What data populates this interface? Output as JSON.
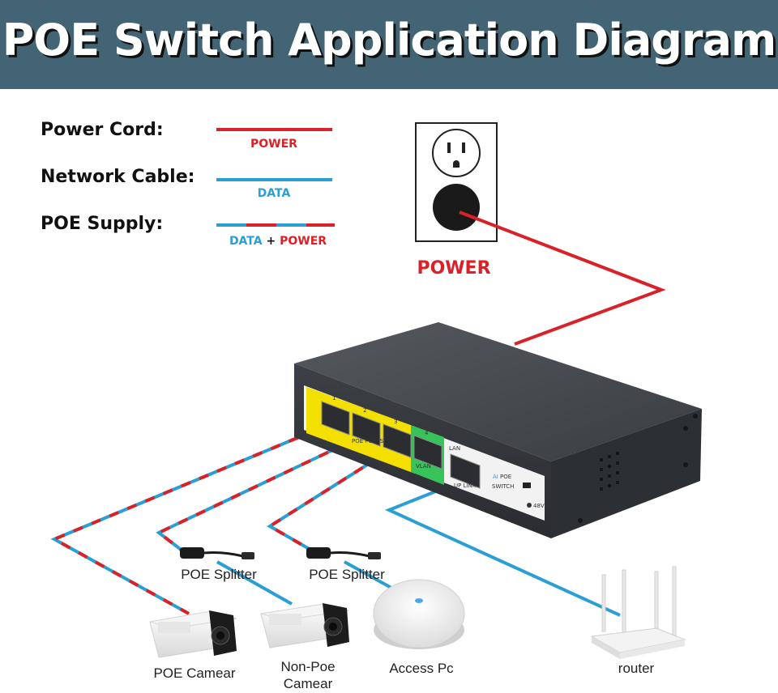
{
  "title": "POE Switch Application Diagram",
  "legend": {
    "power_cord": {
      "label": "Power Cord:",
      "caption": "POWER"
    },
    "network_cable": {
      "label": "Network Cable:",
      "caption": "DATA"
    },
    "poe_supply": {
      "label": "POE Supply:",
      "caption_data": "DATA",
      "caption_plus": "+",
      "caption_power": "POWER"
    }
  },
  "outlet_label": "POWER",
  "switch": {
    "lan_label": "LAN",
    "uplink_label": "UP LINK",
    "poe_label": "POE",
    "ai_label": "AI",
    "switch_label": "SWITCH",
    "poe_ports_label": "POE PORTS",
    "vlan_label": "VLAN",
    "port_numbers": [
      "1",
      "2",
      "3",
      "4"
    ],
    "dc_label": "48V"
  },
  "devices": {
    "splitter_1": "POE Splitter",
    "splitter_2": "POE Splitter",
    "poe_camera": "POE Camear",
    "non_poe_camera_line1": "Non-Poe",
    "non_poe_camera_line2": "Camear",
    "access_point": "Access Pc",
    "router": "router"
  },
  "colors": {
    "banner": "#436474",
    "power": "#d92127",
    "data": "#2a9fd6",
    "switch_body": "#3b3f46"
  }
}
